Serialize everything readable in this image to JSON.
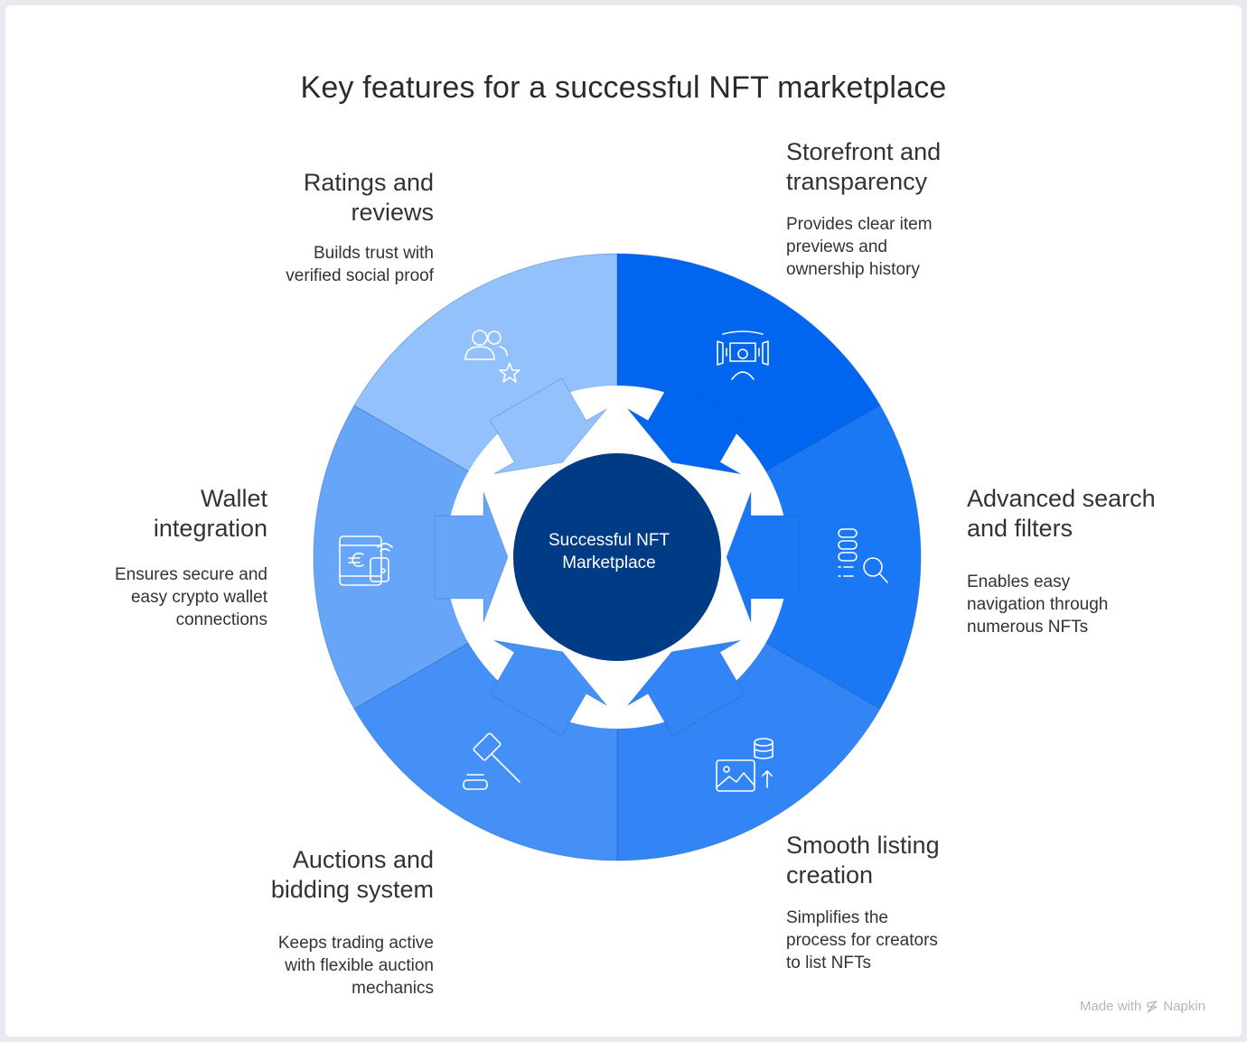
{
  "title": "Key features for a successful NFT marketplace",
  "center": {
    "line1": "Successful NFT",
    "line2": "Marketplace",
    "color": "#003b85"
  },
  "segments": [
    {
      "id": "storefront",
      "color": "#0066f0",
      "icon": "gallery-frame-icon",
      "title_lines": [
        "Storefront and",
        "transparency"
      ],
      "desc_lines": [
        "Provides clear item",
        "previews and",
        "ownership history"
      ]
    },
    {
      "id": "search",
      "color": "#1a78f4",
      "icon": "search-filter-icon",
      "title_lines": [
        "Advanced search",
        "and filters"
      ],
      "desc_lines": [
        "Enables easy",
        "navigation through",
        "numerous NFTs"
      ]
    },
    {
      "id": "listing",
      "color": "#3385f5",
      "icon": "image-upload-icon",
      "title_lines": [
        "Smooth listing",
        "creation"
      ],
      "desc_lines": [
        "Simplifies the",
        "process for creators",
        "to list NFTs"
      ]
    },
    {
      "id": "auctions",
      "color": "#4590f6",
      "icon": "gavel-icon",
      "title_lines": [
        "Auctions and",
        "bidding system"
      ],
      "desc_lines": [
        "Keeps trading active",
        "with flexible auction",
        "mechanics"
      ]
    },
    {
      "id": "wallet",
      "color": "#66a5f8",
      "icon": "crypto-wallet-icon",
      "title_lines": [
        "Wallet",
        "integration"
      ],
      "desc_lines": [
        "Ensures secure and",
        "easy crypto wallet",
        "connections"
      ]
    },
    {
      "id": "ratings",
      "color": "#93c1fb",
      "icon": "users-star-icon",
      "title_lines": [
        "Ratings and",
        "reviews"
      ],
      "desc_lines": [
        "Builds trust with",
        "verified social proof"
      ]
    }
  ],
  "brand": {
    "made_with": "Made with",
    "name": "Napkin"
  }
}
